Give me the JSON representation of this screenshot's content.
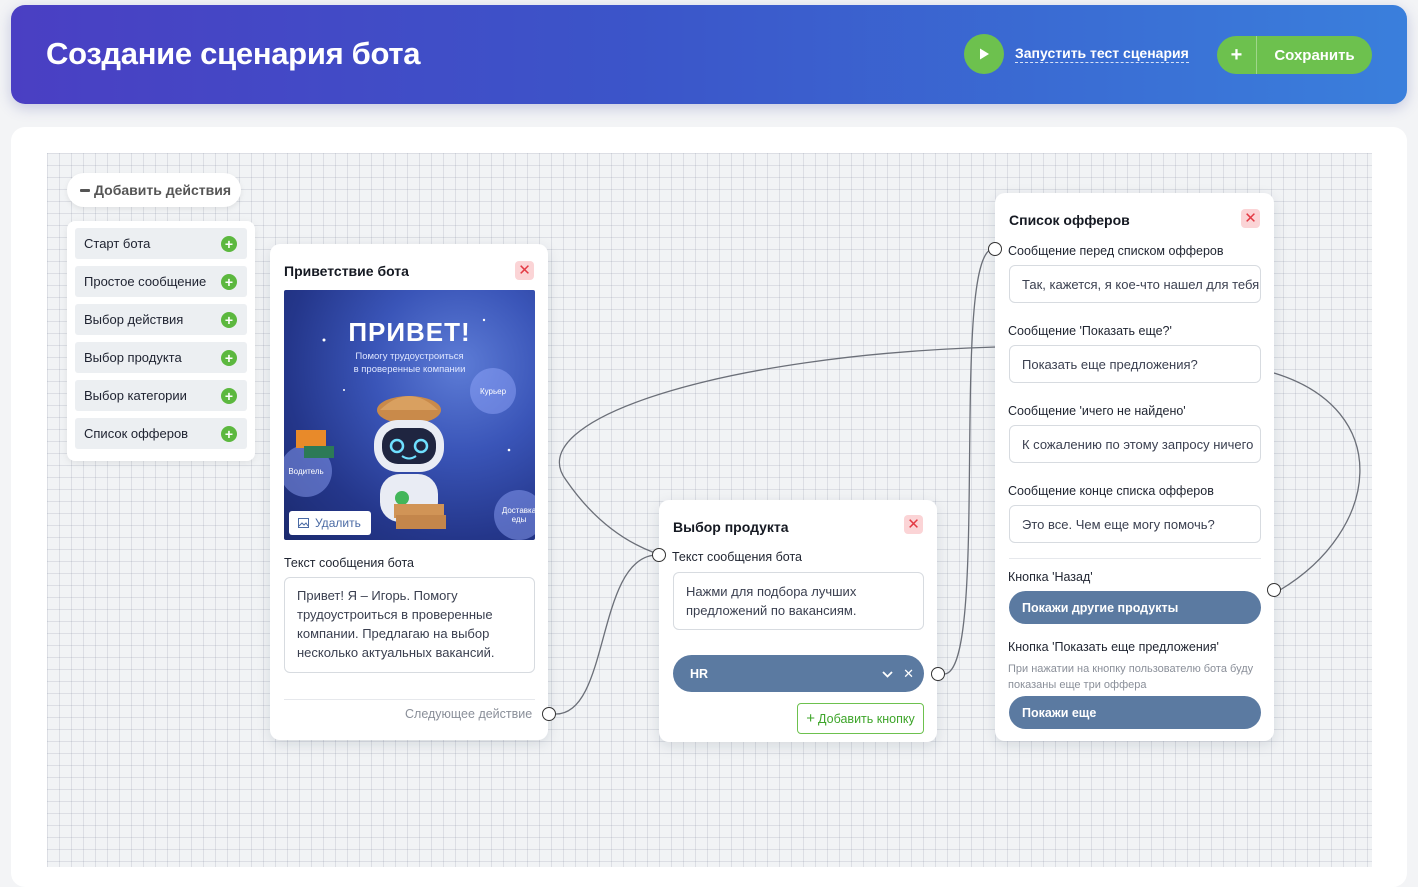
{
  "header": {
    "title": "Создание сценария бота",
    "run_test_label": "Запустить тест сценария",
    "save_label": "Сохранить"
  },
  "sidebar": {
    "toggle_label": "Добавить действия",
    "items": [
      {
        "label": "Старт бота"
      },
      {
        "label": "Простое сообщение"
      },
      {
        "label": "Выбор действия"
      },
      {
        "label": "Выбор продукта"
      },
      {
        "label": "Выбор категории"
      },
      {
        "label": "Список офферов"
      }
    ]
  },
  "welcome": {
    "title": "Приветствие бота",
    "image": {
      "headline": "ПРИВЕТ!",
      "subline": "Помогу трудоустроиться",
      "subline2": "в проверенные компании",
      "bubble_courier": "Курьер",
      "bubble_driver": "Водитель",
      "bubble_delivery": "Доставка еды"
    },
    "delete_label": "Удалить",
    "text_label": "Текст сообщения бота",
    "text_value": "Привет! Я – Игорь. Помогу трудоустроиться в проверенные компании. Предлагаю на выбор несколько актуальных вакансий.",
    "next_label": "Следующее действие"
  },
  "product": {
    "title": "Выбор продукта",
    "text_label": "Текст сообщения бота",
    "text_value": "Нажми для подбора лучших предложений по вакансиям.",
    "selected": "HR",
    "add_button_label": "Добавить кнопку"
  },
  "offers": {
    "title": "Список офферов",
    "before_label": "Сообщение перед списком офферов",
    "before_value": "Так, кажется, я кое-что нашел для тебя",
    "more_label": "Сообщение 'Показать еще?'",
    "more_value": "Показать еще предложения?",
    "nothing_label": "Сообщение 'ичего не найдено'",
    "nothing_value": "К сожалению по этому запросу ничего",
    "end_label": "Сообщение конце списка офферов",
    "end_value": "Это все. Чем еще могу помочь?",
    "back_label": "Кнопка 'Назад'",
    "back_button": "Покажи другие продукты",
    "show_more_label": "Кнопка 'Показать еще предложения'",
    "show_more_hint": "При нажатии на кнопку пользователю бота буду показаны еще три оффера",
    "show_more_button": "Покажи еще"
  },
  "colors": {
    "header_start": "#4a3fc3",
    "header_end": "#3a7fdc",
    "accent_green": "#6dc14e",
    "button_blue": "#5b7aa1",
    "close_red": "#e33a44"
  }
}
